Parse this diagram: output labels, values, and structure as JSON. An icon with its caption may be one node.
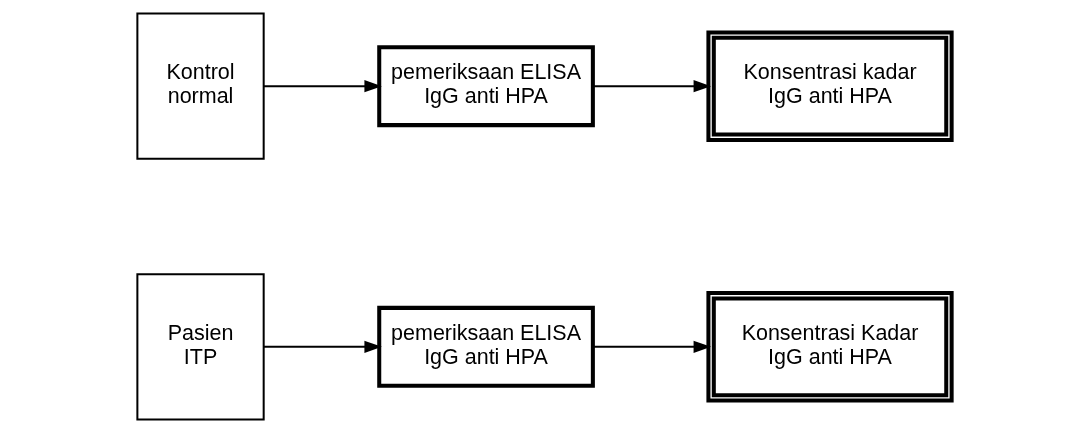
{
  "diagram": {
    "nodes": [
      {
        "text": [
          "Pasien ITP"
        ]
      },
      {
        "text": [
          "pemeriksaan ELISA IgG anti HPA"
        ]
      },
      {
        "text": [
          "Konsentrasi Kadar IgG anti HPA"
        ]
      },
      {
        "text": [
          "Kontrol normal"
        ]
      },
      {
        "text": [
          "pemeriksaan ELISA IgG anti HPA"
        ]
      },
      {
        "text": [
          "Konsentrasi kadar IgG anti HPA"
        ]
      }
    ],
    "edges": [
      {
        "from": 0,
        "to": 1,
        "arrow": "to"
      },
      {
        "from": 1,
        "to": 2,
        "arrow": "to"
      },
      {
        "from": 3,
        "to": 4,
        "arrow": "to"
      },
      {
        "from": 4,
        "to": 5,
        "arrow": "to"
      }
    ]
  }
}
